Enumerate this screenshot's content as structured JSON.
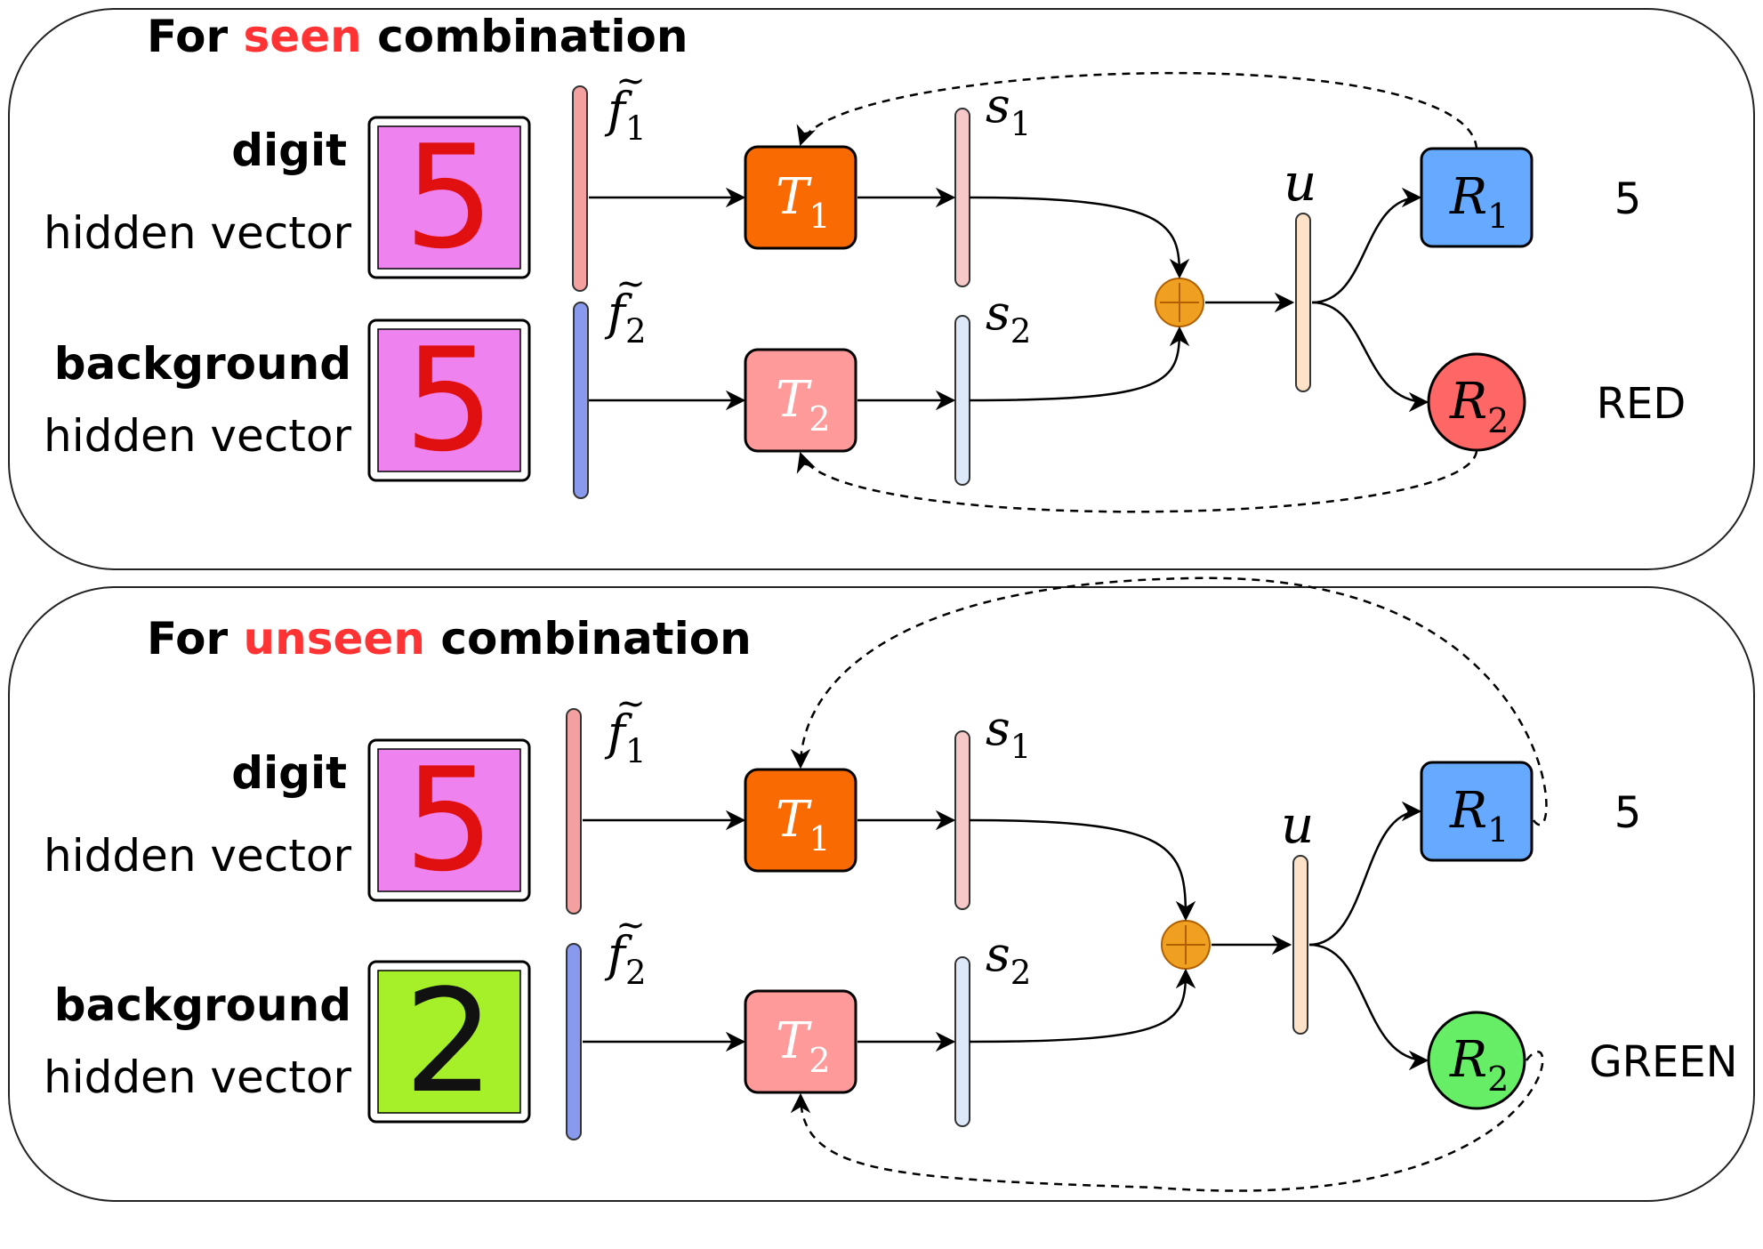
{
  "panels": [
    {
      "title_prefix": "For ",
      "title_highlight": "seen",
      "title_suffix": " combination",
      "digit_label_1": "digit",
      "digit_label_2": "hidden vector",
      "bg_label_1": "background",
      "bg_label_2": "hidden  vector",
      "digit_image": {
        "glyph": "5",
        "glyph_color": "#e01010",
        "bg_color": "#ee82ee"
      },
      "bg_image": {
        "glyph": "5",
        "glyph_color": "#e01010",
        "bg_color": "#ee82ee"
      },
      "f1": {
        "base": "f",
        "sub": "1",
        "accent": "~"
      },
      "f2": {
        "base": "f",
        "sub": "2",
        "accent": "~"
      },
      "t1": {
        "base": "T",
        "sub": "1"
      },
      "t2": {
        "base": "T",
        "sub": "2"
      },
      "s1": {
        "base": "s",
        "sub": "1"
      },
      "s2": {
        "base": "s",
        "sub": "2"
      },
      "u": "u",
      "r1": {
        "base": "R",
        "sub": "1"
      },
      "r2": {
        "base": "R",
        "sub": "2"
      },
      "out1": "5",
      "out2": "RED",
      "r2_color": "#ff6666"
    },
    {
      "title_prefix": "For ",
      "title_highlight": "unseen",
      "title_suffix": " combination",
      "digit_label_1": "digit",
      "digit_label_2": "hidden vector",
      "bg_label_1": "background",
      "bg_label_2": "hidden  vector",
      "digit_image": {
        "glyph": "5",
        "glyph_color": "#e01010",
        "bg_color": "#ee82ee"
      },
      "bg_image": {
        "glyph": "2",
        "glyph_color": "#111111",
        "bg_color": "#a6f02a"
      },
      "f1": {
        "base": "f",
        "sub": "1",
        "accent": "~"
      },
      "f2": {
        "base": "f",
        "sub": "2",
        "accent": "~"
      },
      "t1": {
        "base": "T",
        "sub": "1"
      },
      "t2": {
        "base": "T",
        "sub": "2"
      },
      "s1": {
        "base": "s",
        "sub": "1"
      },
      "s2": {
        "base": "s",
        "sub": "2"
      },
      "u": "u",
      "r1": {
        "base": "R",
        "sub": "1"
      },
      "r2": {
        "base": "R",
        "sub": "2"
      },
      "out1": "5",
      "out2": "GREEN",
      "r2_color": "#66ee66"
    }
  ],
  "colors": {
    "highlight": "#ff3333",
    "t1_fill": "#f96a02",
    "t2_fill": "#ff9a9a",
    "r1_fill": "#66aaff",
    "f1_bar": "#f4a0a0",
    "f2_bar": "#8899ee",
    "s1_bar": "#f6c8c8",
    "s2_bar": "#dde8f8",
    "u_bar": "#fde2c8",
    "plus_fill": "#f0a020"
  }
}
